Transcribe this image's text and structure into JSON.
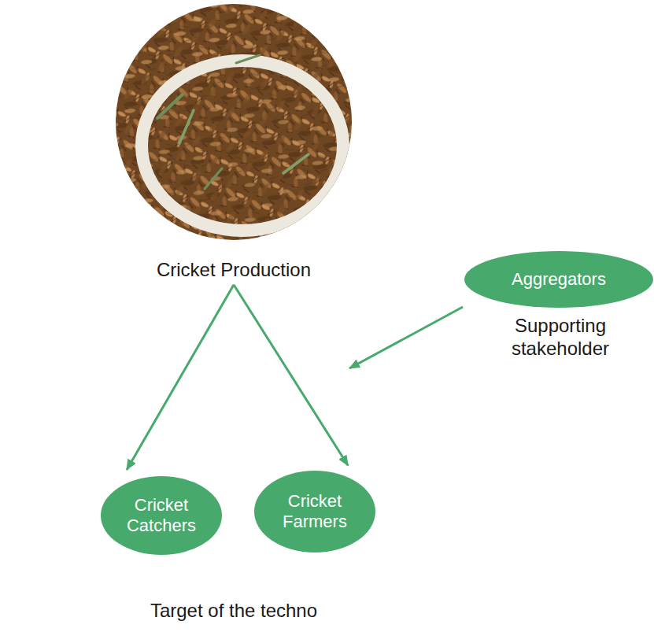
{
  "diagram": {
    "nodes": [
      {
        "text": [
          "Cricket Production"
        ]
      },
      {
        "text": [
          "Cricket Catchers"
        ]
      },
      {
        "text": [
          "Cricket Farmers"
        ]
      },
      {
        "text": [
          "Aggregators"
        ]
      }
    ],
    "edges": [
      {
        "from": 0,
        "to": 1,
        "arrow": "to"
      },
      {
        "from": 0,
        "to": 2,
        "arrow": "to"
      }
    ],
    "labels": [
      "Supporting stakeholder",
      "Target of the techno"
    ]
  }
}
